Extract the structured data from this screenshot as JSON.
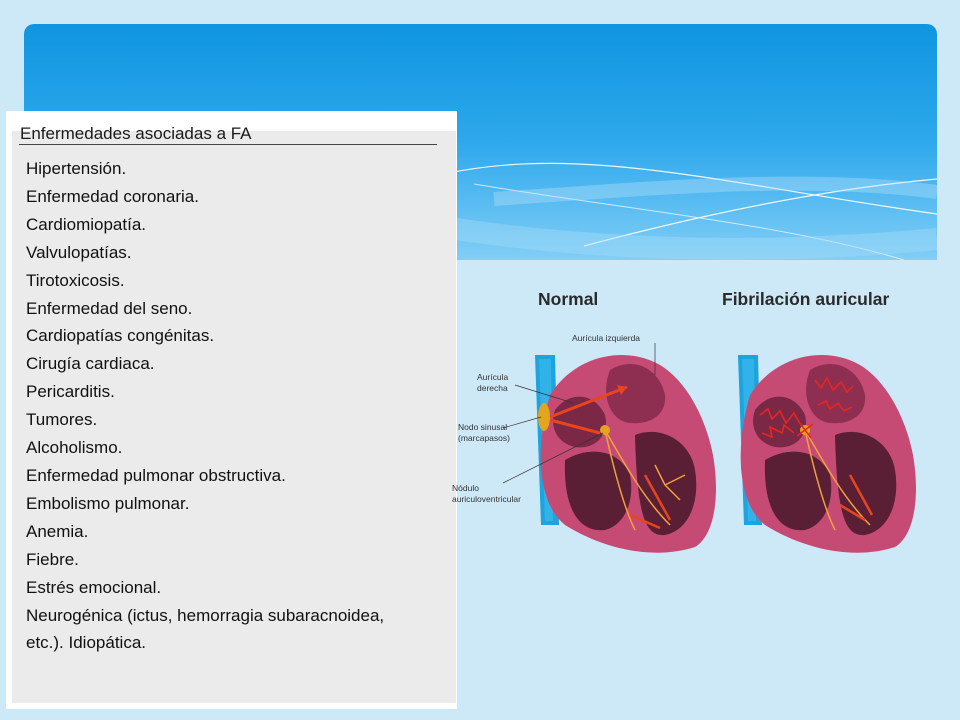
{
  "list": {
    "title": "Enfermedades asociadas a FA",
    "items": [
      "Hipertensión.",
      "Enfermedad coronaria.",
      "Cardiomiopatía.",
      "Valvulopatías.",
      "Tirotoxicosis.",
      "Enfermedad del seno.",
      "Cardiopatías congénitas.",
      "Cirugía cardiaca.",
      "Pericarditis.",
      "Tumores.",
      "Alcoholismo.",
      "Enfermedad pulmonar obstructiva.",
      "Embolismo pulmonar.",
      "Anemia.",
      "Fiebre.",
      "Estrés emocional.",
      "Neurogénica (ictus, hemorragia subaracnoidea,",
      "etc.). Idiopática."
    ]
  },
  "figure": {
    "normal_caption": "Normal",
    "fa_caption": "Fibrilación auricular",
    "labels": {
      "auricula_izquierda": "Aurícula izquierda",
      "auricula_derecha_1": "Aurícula",
      "auricula_derecha_2": "derecha",
      "nodo_sinusal_1": "Nodo sinusal",
      "nodo_sinusal_2": "(marcapasos)",
      "nodulo_av_1": "Nódulo",
      "nodulo_av_2": "auriculoventricular"
    }
  },
  "colors": {
    "banner_top": "#0f95e0",
    "background": "#cde9f8",
    "panel": "#ebebeb",
    "heart_wall": "#c64b74",
    "heart_chamber": "#5a1f35",
    "vessel": "#1da3dd",
    "signal": "#e8451e"
  }
}
